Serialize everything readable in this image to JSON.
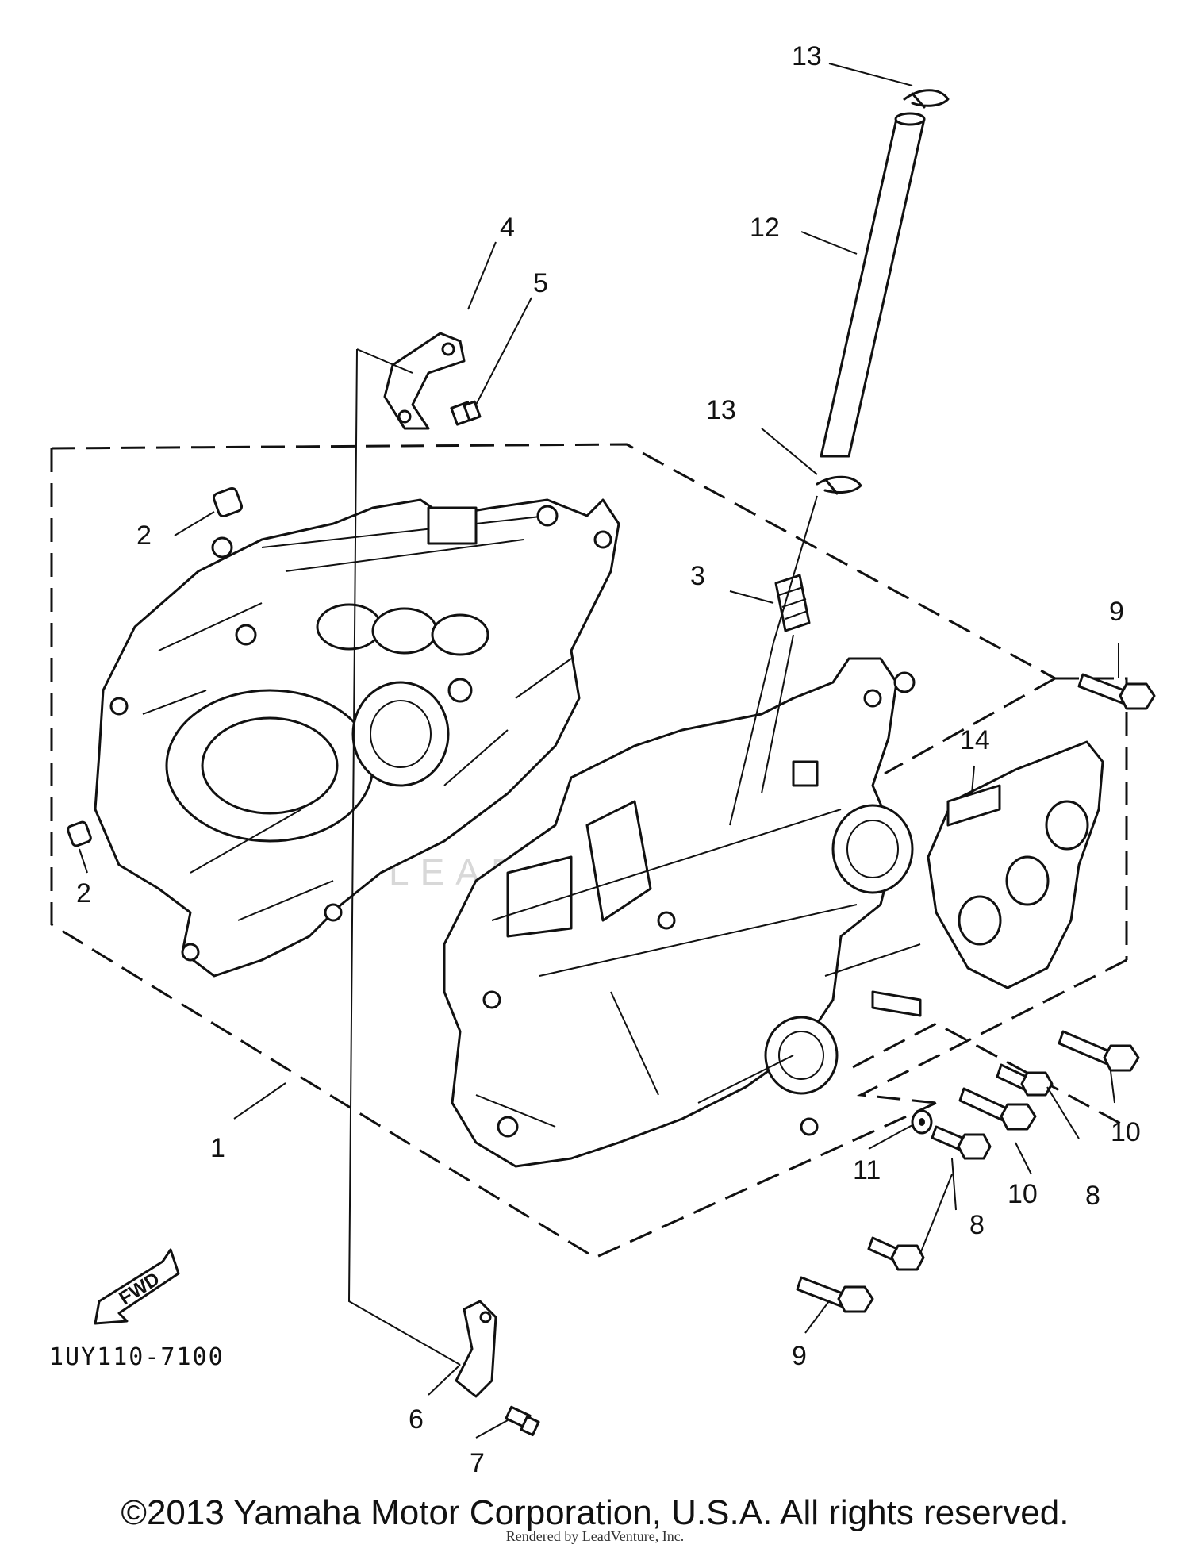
{
  "diagram": {
    "callouts": {
      "c1": "1",
      "c2a": "2",
      "c2b": "2",
      "c3": "3",
      "c4": "4",
      "c5": "5",
      "c6": "6",
      "c7": "7",
      "c8a": "8",
      "c8b": "8",
      "c9a": "9",
      "c9b": "9",
      "c10a": "10",
      "c10b": "10",
      "c11": "11",
      "c12": "12",
      "c13a": "13",
      "c13b": "13",
      "c14": "14"
    },
    "direction_label": "FWD",
    "part_code": "1UY110-7100",
    "watermark": "LEADVENTURE"
  },
  "footer": {
    "copyright": "©2013 Yamaha Motor Corporation, U.S.A. All rights reserved.",
    "rendered_by": "Rendered by LeadVenture, Inc."
  },
  "colors": {
    "ink": "#111111",
    "background": "#ffffff"
  }
}
